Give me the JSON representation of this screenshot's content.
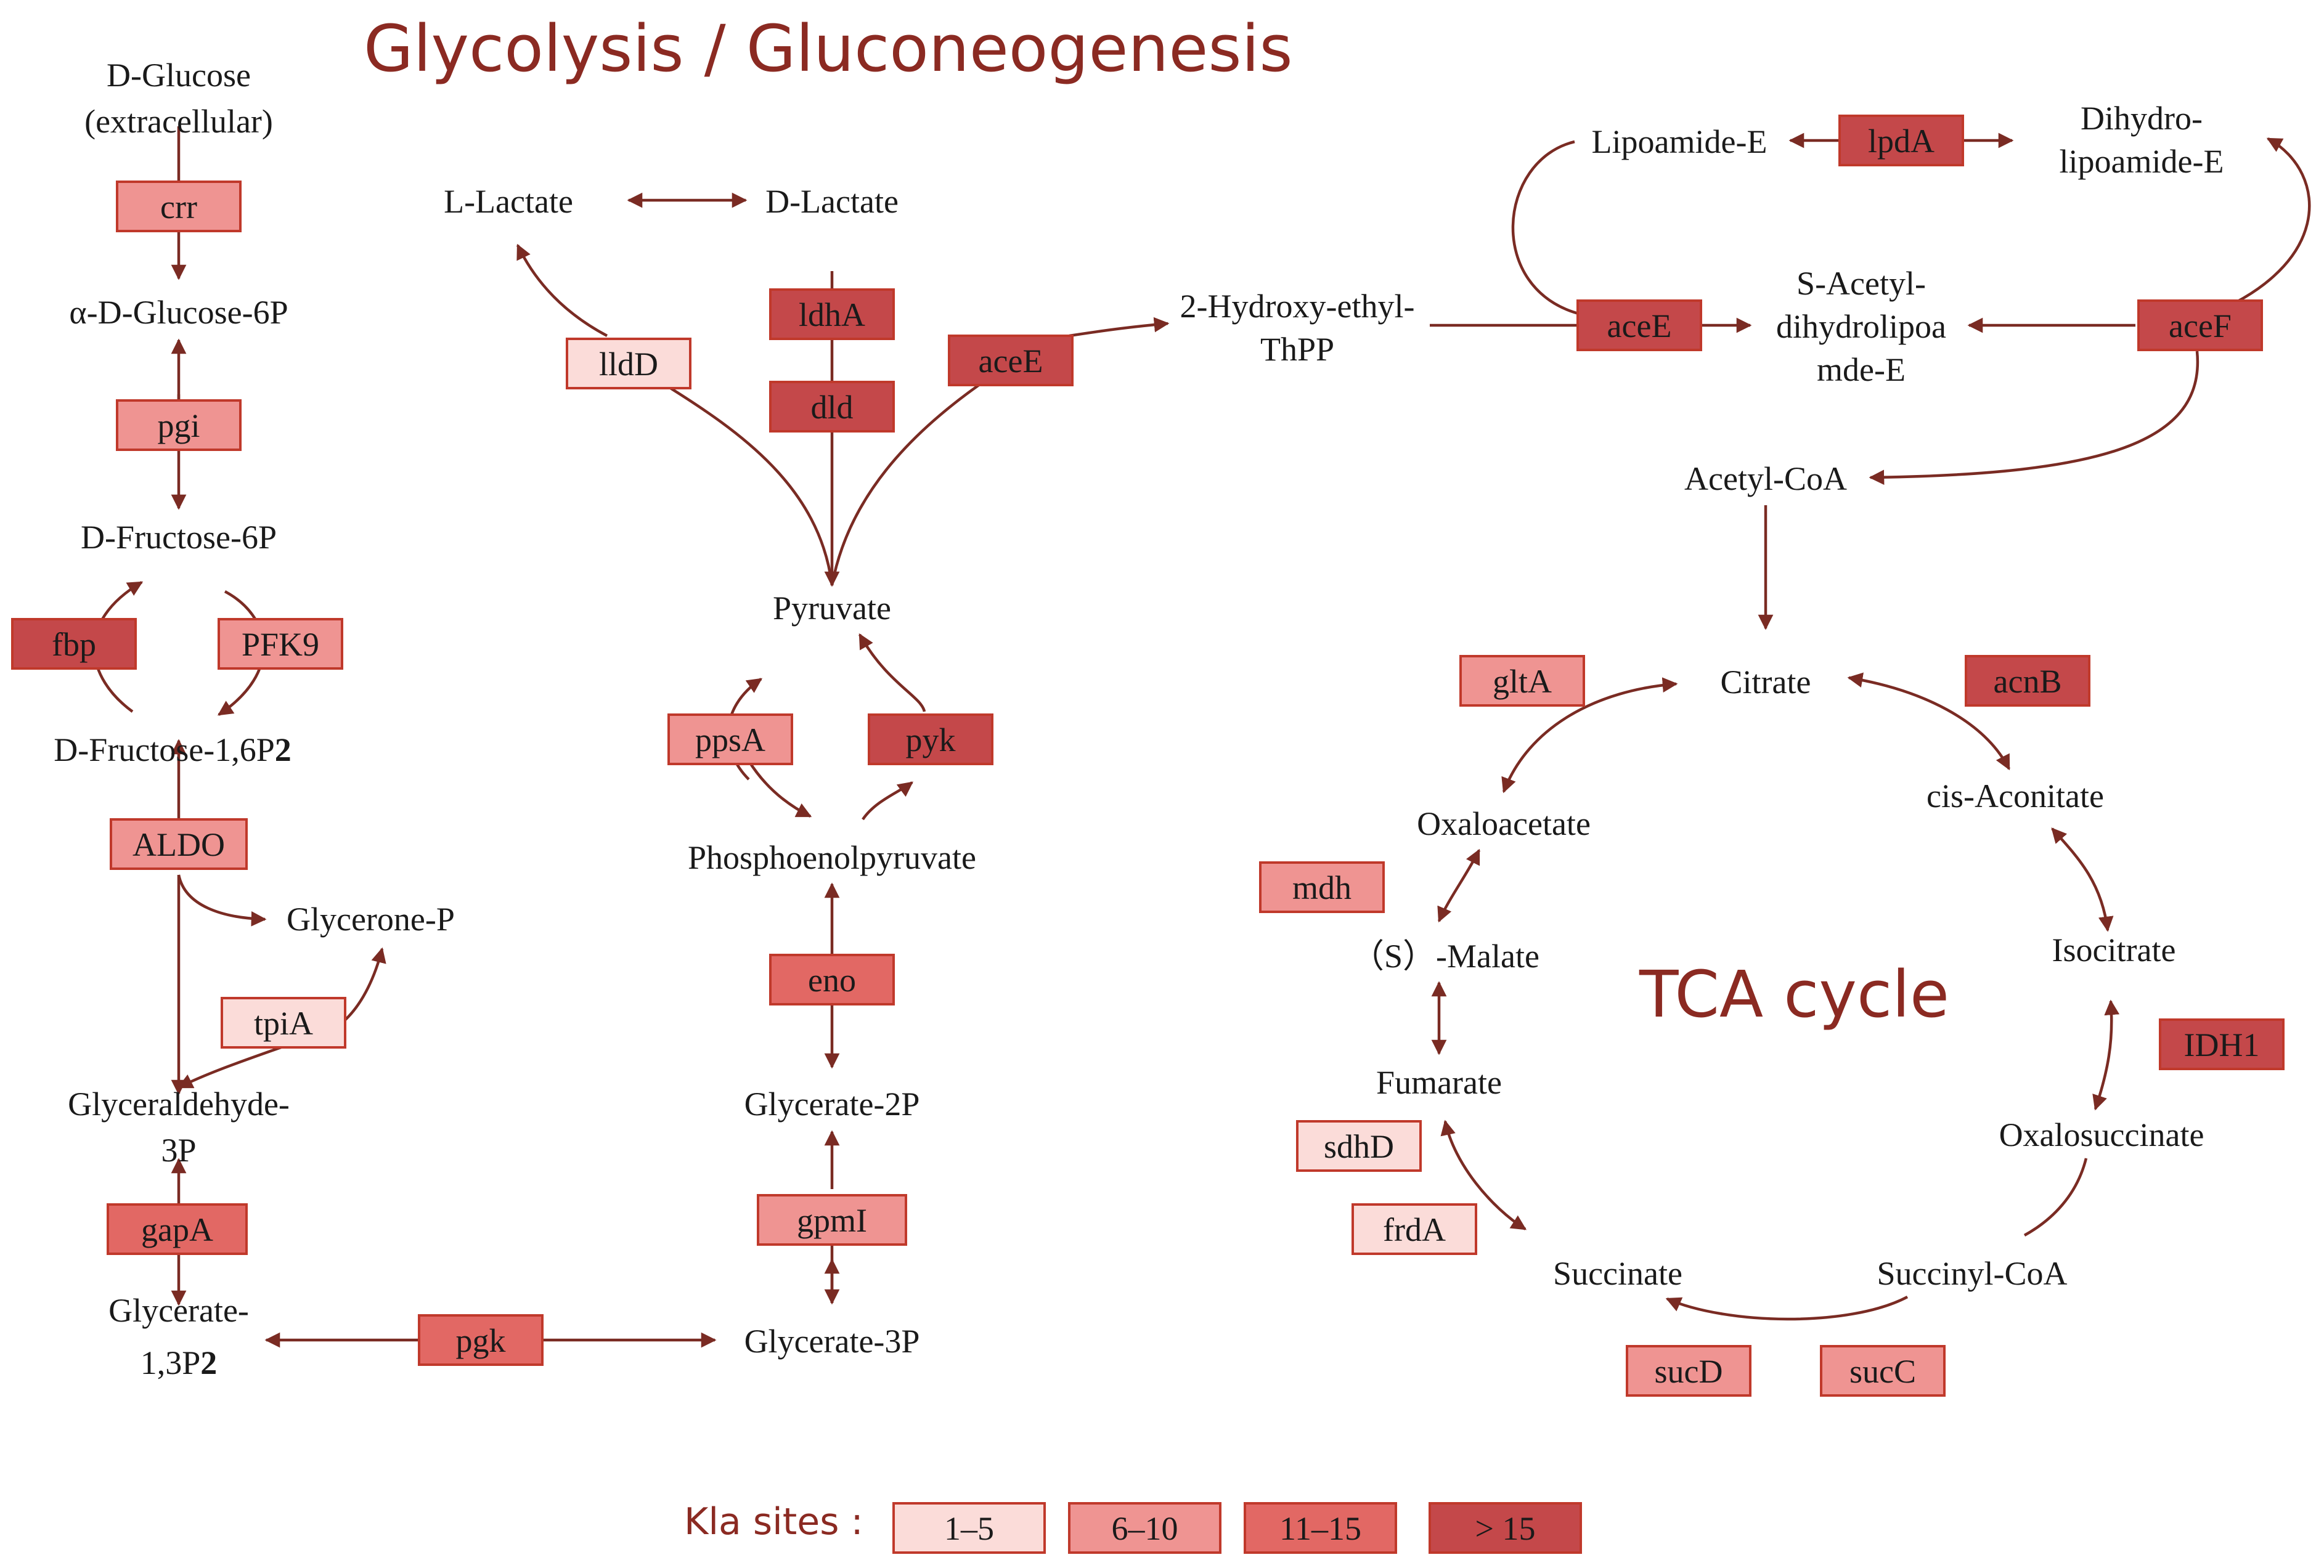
{
  "title": "Glycolysis / Gluconeogenesis",
  "tca_label": "TCA cycle",
  "colors": {
    "level1": "#fbdcd9",
    "level2": "#ef9492",
    "level3": "#e26864",
    "level4": "#c4484a",
    "border": "#c0392b",
    "arrow": "#7a2b23",
    "title": "#8b2a22"
  },
  "legend": {
    "label": "Kla sites :",
    "items": [
      {
        "text": "1–5",
        "level": 1
      },
      {
        "text": "6–10",
        "level": 2
      },
      {
        "text": "11–15",
        "level": 3
      },
      {
        "text": "> 15",
        "level": 4
      }
    ]
  },
  "metabolites": {
    "glucose_ext_1": "D-Glucose",
    "glucose_ext_2": "(extracellular)",
    "glucose6p": "α-D-Glucose-6P",
    "fructose6p": "D-Fructose-6P",
    "fructose16p": "D-Fructose-1,6P",
    "fructose16p_sub": "2",
    "glyceronep": "Glycerone-P",
    "g3p_1": "Glyceraldehyde-",
    "g3p_2": "3P",
    "g13p_1": "Glycerate-",
    "g13p_2": "1,3P",
    "g13p_sub": "2",
    "glycerate3p": "Glycerate-3P",
    "glycerate2p": "Glycerate-2P",
    "pep": "Phosphoenolpyruvate",
    "pyruvate": "Pyruvate",
    "llactate": "L-Lactate",
    "dlactate": "D-Lactate",
    "hydroxyethyl_1": "2-Hydroxy-ethyl-",
    "hydroxyethyl_2": "ThPP",
    "lipoamide": "Lipoamide-E",
    "dihydro_1": "Dihydro-",
    "dihydro_2": "lipoamide-E",
    "sacetyl_1": "S-Acetyl-",
    "sacetyl_2": "dihydrolipoa",
    "sacetyl_3": "mde-E",
    "acetylcoa": "Acetyl-CoA",
    "citrate": "Citrate",
    "cisaconitate": "cis-Aconitate",
    "isocitrate": "Isocitrate",
    "oxalosuccinate": "Oxalosuccinate",
    "succinylcoa": "Succinyl-CoA",
    "succinate": "Succinate",
    "fumarate": "Fumarate",
    "malate": "（S）-Malate",
    "oxaloacetate": "Oxaloacetate"
  },
  "enzymes": [
    {
      "name": "crr",
      "level": 2
    },
    {
      "name": "pgi",
      "level": 2
    },
    {
      "name": "fbp",
      "level": 4
    },
    {
      "name": "PFK9",
      "level": 2
    },
    {
      "name": "ALDO",
      "level": 2
    },
    {
      "name": "tpiA",
      "level": 1
    },
    {
      "name": "gapA",
      "level": 3
    },
    {
      "name": "pgk",
      "level": 3
    },
    {
      "name": "lldD",
      "level": 1
    },
    {
      "name": "ldhA",
      "level": 4
    },
    {
      "name": "dld",
      "level": 4
    },
    {
      "name": "aceE",
      "level": 4
    },
    {
      "name": "ppsA",
      "level": 2
    },
    {
      "name": "pyk",
      "level": 4
    },
    {
      "name": "eno",
      "level": 3
    },
    {
      "name": "gpmI",
      "level": 2
    },
    {
      "name": "lpdA",
      "level": 4
    },
    {
      "name": "aceE",
      "level": 4
    },
    {
      "name": "aceF",
      "level": 4
    },
    {
      "name": "gltA",
      "level": 2
    },
    {
      "name": "acnB",
      "level": 4
    },
    {
      "name": "mdh",
      "level": 2
    },
    {
      "name": "IDH1",
      "level": 4
    },
    {
      "name": "sdhD",
      "level": 1
    },
    {
      "name": "frdA",
      "level": 1
    },
    {
      "name": "sucD",
      "level": 2
    },
    {
      "name": "sucC",
      "level": 2
    }
  ]
}
